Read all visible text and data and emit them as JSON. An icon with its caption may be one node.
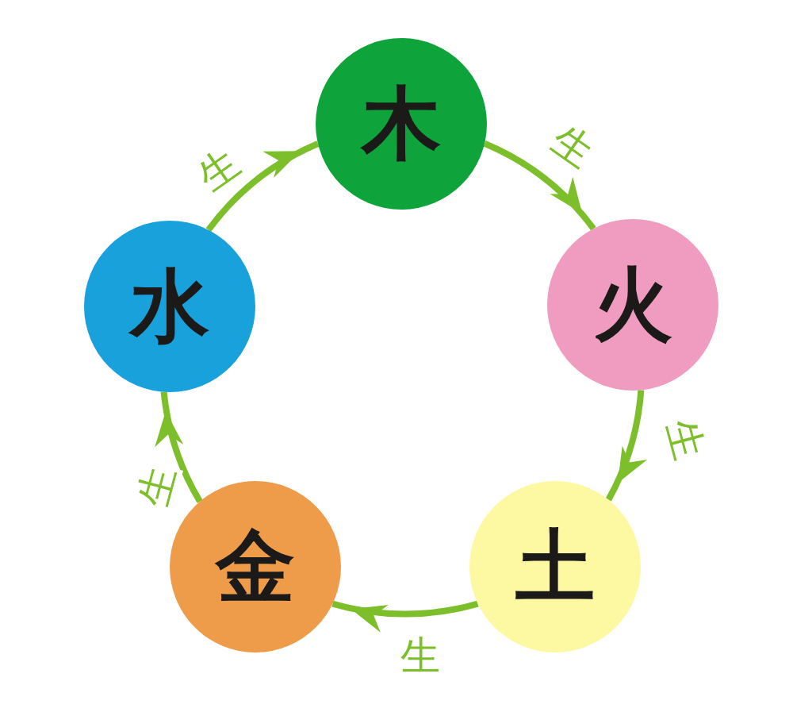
{
  "diagram": {
    "nodes": [
      {
        "text": [
          "木"
        ]
      },
      {
        "text": [
          "火"
        ]
      },
      {
        "text": [
          "土"
        ]
      },
      {
        "text": [
          "金"
        ]
      },
      {
        "text": [
          "水"
        ]
      }
    ],
    "edges": [
      {
        "from": 0,
        "to": 1,
        "arrow": "to",
        "label": "生"
      },
      {
        "from": 1,
        "to": 2,
        "arrow": "to",
        "label": "生"
      },
      {
        "from": 2,
        "to": 3,
        "arrow": "to",
        "label": "生"
      },
      {
        "from": 3,
        "to": 4,
        "arrow": "to",
        "label": "生"
      },
      {
        "from": 4,
        "to": 0,
        "arrow": "to",
        "label": "生"
      }
    ]
  }
}
